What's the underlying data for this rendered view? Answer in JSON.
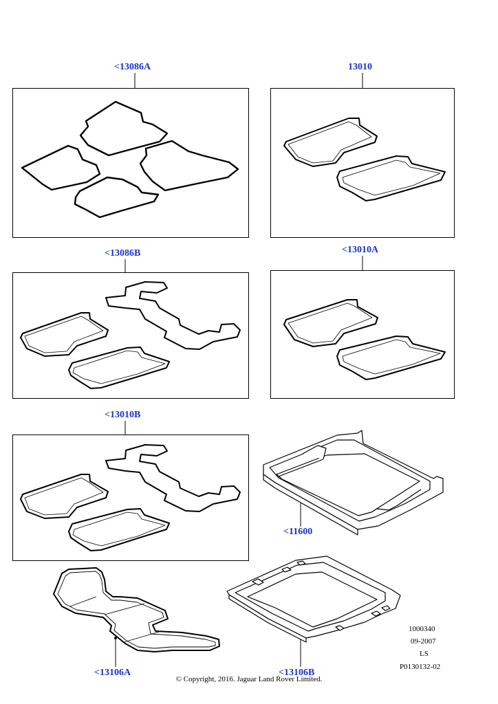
{
  "parts": {
    "p1": "<13086A",
    "p2": "13010",
    "p3": "<13086B",
    "p4": "<13010A",
    "p5": "<13010B",
    "p6": "<11600",
    "p7": "<13106A",
    "p8": "<13106B"
  },
  "meta": {
    "ref": "1000340",
    "date": "09-2007",
    "code": "LS",
    "illustration": "P0130132-02"
  },
  "copyright": "© Copyright, 2016. Jaguar Land Rover Limited."
}
